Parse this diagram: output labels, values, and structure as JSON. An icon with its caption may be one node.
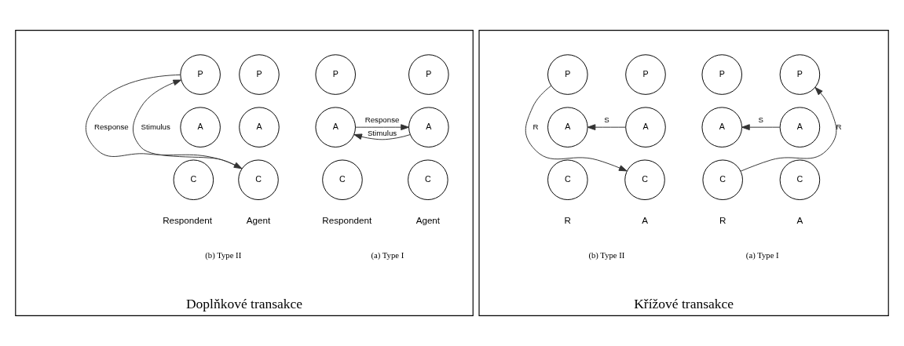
{
  "diagram": {
    "nodes": [
      {
        "text": [
          "Doplňkové transakce"
        ]
      },
      {
        "text": [
          "P"
        ],
        "in": 0
      },
      {
        "text": [
          "A"
        ],
        "in": 0
      },
      {
        "text": [
          "C"
        ],
        "in": 0,
        "beside": [
          "Agent"
        ]
      },
      {
        "text": [
          "P"
        ],
        "in": 0
      },
      {
        "text": [
          "A"
        ],
        "in": 0
      },
      {
        "text": [
          "C"
        ],
        "in": 0,
        "beside": [
          "Respondent"
        ]
      },
      {
        "text": [
          "P"
        ],
        "in": 0
      },
      {
        "text": [
          "A"
        ],
        "in": 0
      },
      {
        "text": [
          "C"
        ],
        "in": 0,
        "beside": [
          "Agent"
        ]
      },
      {
        "text": [
          "P"
        ],
        "in": 0
      },
      {
        "text": [
          "A"
        ],
        "in": 0
      },
      {
        "text": [
          "C"
        ],
        "in": 0,
        "beside": [
          "Respondent"
        ]
      },
      {
        "text": [
          "Křížové transakce"
        ]
      },
      {
        "text": [
          "P"
        ],
        "in": 13
      },
      {
        "text": [
          "A"
        ],
        "in": 13
      },
      {
        "text": [
          "C"
        ],
        "in": 13,
        "beside": [
          "A"
        ]
      },
      {
        "text": [
          "P"
        ],
        "in": 13
      },
      {
        "text": [
          "A"
        ],
        "in": 13
      },
      {
        "text": [
          "C"
        ],
        "in": 13,
        "beside": [
          "R"
        ]
      },
      {
        "text": [
          "P"
        ],
        "in": 13
      },
      {
        "text": [
          "A"
        ],
        "in": 13
      },
      {
        "text": [
          "C"
        ],
        "in": 13,
        "beside": [
          "A"
        ]
      },
      {
        "text": [
          "P"
        ],
        "in": 13
      },
      {
        "text": [
          "A"
        ],
        "in": 13
      },
      {
        "text": [
          "C"
        ],
        "in": 13,
        "beside": [
          "R"
        ]
      }
    ],
    "edges": [
      {
        "from": 2,
        "to": 5,
        "arrow": "to",
        "label": "Stimulus"
      },
      {
        "from": 5,
        "to": 2,
        "arrow": "to",
        "label": "Response"
      },
      {
        "from": 9,
        "to": 10,
        "arrow": "to",
        "label": "Stimulus"
      },
      {
        "from": 10,
        "to": 9,
        "arrow": "to",
        "label": "Response"
      },
      {
        "from": 15,
        "to": 18,
        "arrow": "to",
        "label": "S"
      },
      {
        "from": 19,
        "to": 14,
        "arrow": "to",
        "label": "R"
      },
      {
        "from": 21,
        "to": 24,
        "arrow": "to",
        "label": "S"
      },
      {
        "from": 23,
        "to": 22,
        "arrow": "to",
        "label": "R"
      }
    ],
    "labels": [
      "(a) Type I",
      "(b) Type II",
      "(a) Type I",
      "(b) Type II"
    ]
  }
}
